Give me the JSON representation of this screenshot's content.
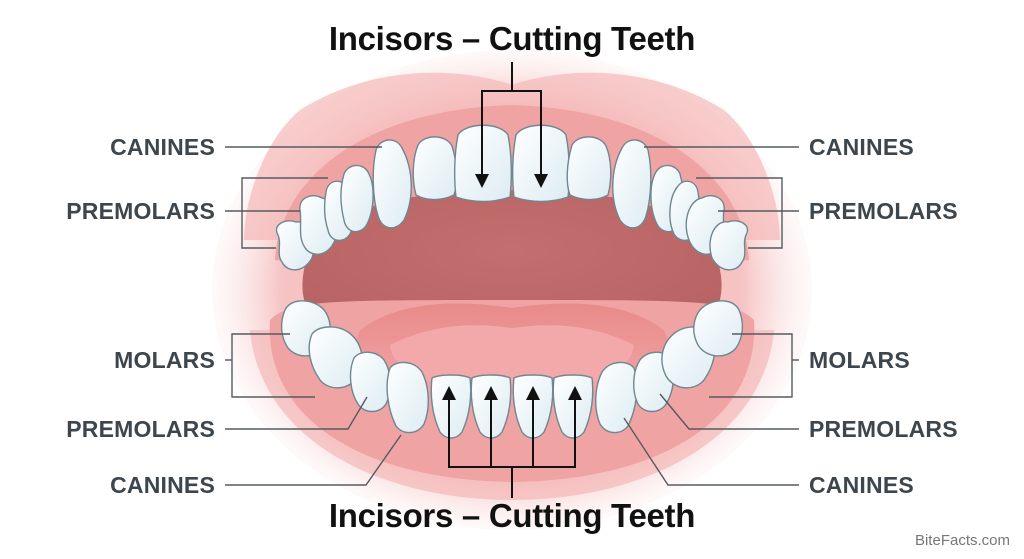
{
  "diagram": {
    "title_top": "Incisors – Cutting Teeth",
    "title_bottom": "Incisors – Cutting Teeth",
    "labels": {
      "upper_left": [
        "CANINES",
        "PREMOLARS"
      ],
      "upper_right": [
        "CANINES",
        "PREMOLARS"
      ],
      "lower_left": [
        "MOLARS",
        "PREMOLARS",
        "CANINES"
      ],
      "lower_right": [
        "MOLARS",
        "PREMOLARS",
        "CANINES"
      ]
    },
    "watermark": "BiteFacts.com",
    "colors": {
      "background": "#ffffff",
      "outer_lip": "#f6c9c9",
      "gum": "#f0a8a8",
      "mouth_cavity": "#c87272",
      "tongue": "#e88e8e",
      "tongue_light": "#f2a5a5",
      "tooth_fill": "#f4fbfd",
      "tooth_shade": "#dcecf2",
      "tooth_outline": "#6f8792",
      "leader_line": "#555b60",
      "arrow": "#111111",
      "label_text": "#3d464d",
      "title_text": "#111111"
    }
  }
}
